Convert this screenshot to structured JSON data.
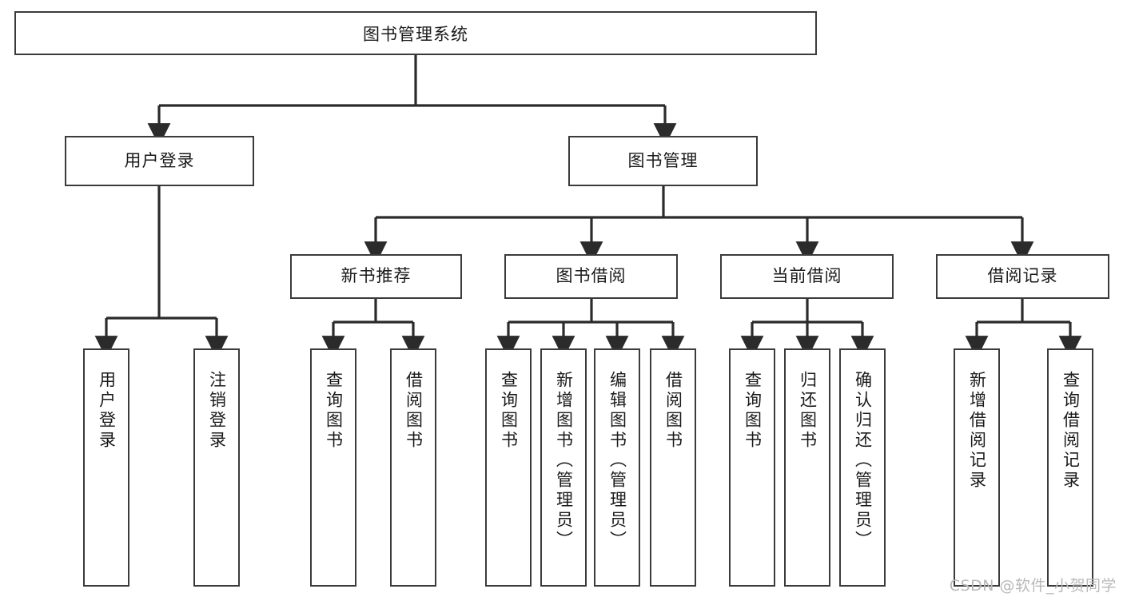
{
  "diagram": {
    "title": "图书管理系统",
    "type": "hierarchy-tree",
    "root": {
      "label": "图书管理系统"
    },
    "level2": [
      {
        "label": "用户登录"
      },
      {
        "label": "图书管理"
      }
    ],
    "level3": [
      {
        "label": "新书推荐"
      },
      {
        "label": "图书借阅"
      },
      {
        "label": "当前借阅"
      },
      {
        "label": "借阅记录"
      }
    ],
    "leaves": {
      "user_login": [
        {
          "label": "用户登录"
        },
        {
          "label": "注销登录"
        }
      ],
      "new_book_recommend": [
        {
          "label": "查询图书"
        },
        {
          "label": "借阅图书"
        }
      ],
      "book_borrow": [
        {
          "label": "查询图书"
        },
        {
          "label": "新增图书（管理员）"
        },
        {
          "label": "编辑图书（管理员）"
        },
        {
          "label": "借阅图书"
        }
      ],
      "current_borrow": [
        {
          "label": "查询图书"
        },
        {
          "label": "归还图书"
        },
        {
          "label": "确认归还（管理员）"
        }
      ],
      "borrow_records": [
        {
          "label": "新增借阅记录"
        },
        {
          "label": "查询借阅记录"
        }
      ]
    },
    "colors": {
      "border": "#3b3b3b",
      "edge": "#2b2b2b",
      "background": "#ffffff",
      "text": "#1a1a1a",
      "watermark": "#b9b9b9"
    },
    "watermark": "CSDN @软件_小贺同学"
  }
}
